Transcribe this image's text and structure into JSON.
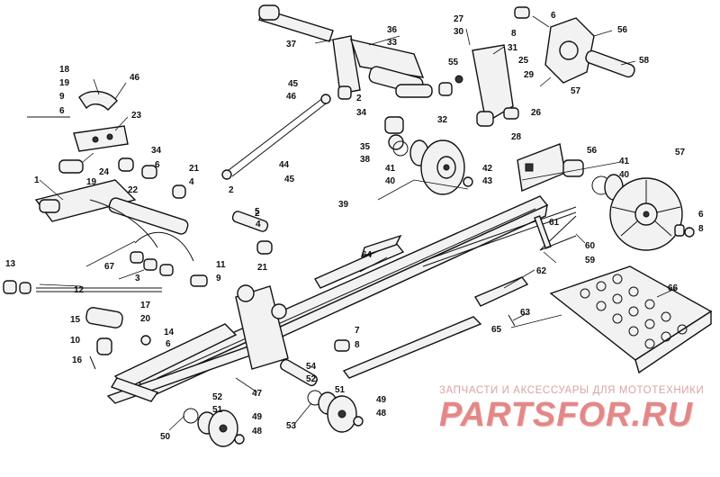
{
  "watermark": {
    "caption": "ЗАПЧАСТИ И АКСЕССУАРЫ ДЛЯ МОТОТЕХНИКИ",
    "logo": "PARTSFOR.RU"
  },
  "part_numbers": [
    "1",
    "2",
    "2",
    "2",
    "3",
    "4",
    "4",
    "5",
    "6",
    "6",
    "6",
    "6",
    "6",
    "7",
    "8",
    "8",
    "8",
    "9",
    "9",
    "10",
    "11",
    "12",
    "13",
    "14",
    "15",
    "16",
    "17",
    "18",
    "19",
    "19",
    "20",
    "21",
    "21",
    "22",
    "23",
    "24",
    "25",
    "26",
    "27",
    "28",
    "29",
    "30",
    "31",
    "32",
    "33",
    "34",
    "34",
    "35",
    "36",
    "37",
    "38",
    "39",
    "40",
    "40",
    "41",
    "41",
    "42",
    "43",
    "44",
    "45",
    "45",
    "46",
    "46",
    "47",
    "48",
    "48",
    "49",
    "49",
    "50",
    "51",
    "51",
    "52",
    "52",
    "53",
    "54",
    "55",
    "56",
    "56",
    "57",
    "57",
    "58",
    "59",
    "60",
    "61",
    "62",
    "63",
    "64",
    "65",
    "66",
    "67"
  ]
}
